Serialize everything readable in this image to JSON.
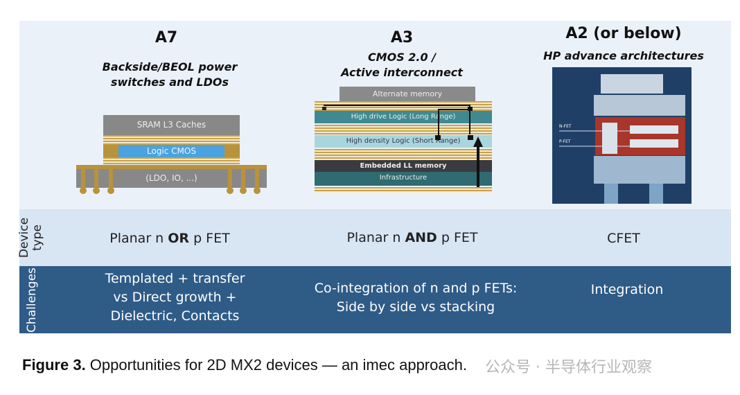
{
  "columns": [
    {
      "title": "A7",
      "subtitle_lines": [
        "Backside/BEOL power",
        "switches and LDOs"
      ],
      "diagram": {
        "top": "SRAM L3 Caches",
        "middle": "Logic CMOS",
        "bottom": "(LDO, IO, ...)"
      }
    },
    {
      "title": "A3",
      "subtitle_lines": [
        "CMOS 2.0 /",
        "Active interconnect"
      ],
      "diagram": {
        "layers": [
          "Alternate memory",
          "High drive Logic (Long Range)",
          "High density Logic (Short Range)",
          "Embedded LL memory",
          "Infrastructure"
        ]
      }
    },
    {
      "title": "A2 (or below)",
      "subtitle_lines": [
        "HP advance architectures"
      ],
      "diagram": {
        "labels": [
          "N-FET",
          "P-FET"
        ]
      }
    }
  ],
  "rows": {
    "device_type": {
      "label_lines": [
        "Device",
        "type"
      ],
      "cells": [
        {
          "pre": "Planar n ",
          "bold": "OR",
          "post": " p FET"
        },
        {
          "pre": "Planar n ",
          "bold": "AND",
          "post": " p FET"
        },
        {
          "pre": "CFET",
          "bold": "",
          "post": ""
        }
      ]
    },
    "challenges": {
      "label": "Challenges",
      "cells": [
        [
          "Templated + transfer",
          "vs Direct growth +",
          "Dielectric, Contacts"
        ],
        [
          "Co-integration of n and p FETs:",
          "Side by side vs stacking"
        ],
        [
          "Integration"
        ]
      ]
    }
  },
  "caption": {
    "label": "Figure 3.",
    "text": " Opportunities for 2D MX2 devices — an imec approach."
  },
  "watermark": "公众号 · 半导体行业观察",
  "colors": {
    "panel": "#ebf1f8",
    "device_row": "#d8e5f3",
    "challenges_row": "#2f5b87",
    "gold": "#c8a24a",
    "logic_blue": "#4aa3df",
    "teal": "#3f8a92",
    "cfet_bg": "#1f3f66"
  }
}
